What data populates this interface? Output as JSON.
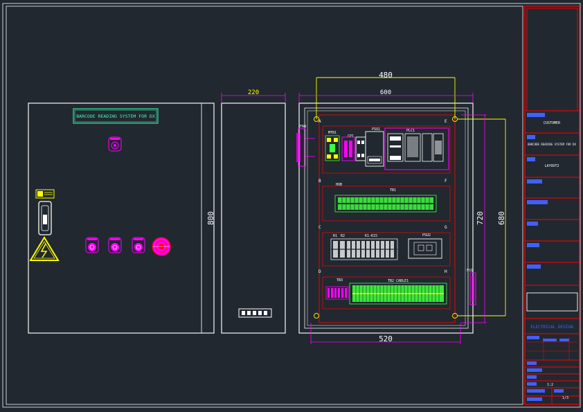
{
  "front_view": {
    "nameplate": "BARCODE READING SYSTEM FOR DX"
  },
  "side_view": {
    "width_dim": "220",
    "height_dim": "800"
  },
  "panel_view": {
    "top_dim": "480",
    "width_dim": "600",
    "bottom_dim": "520",
    "height_dim_inner": "720",
    "height_dim_outer": "680",
    "fan_label": "FAN",
    "fan2_label": "FS1",
    "grid_letters_left": [
      "A",
      "B",
      "C",
      "D"
    ],
    "grid_letters_right": [
      "E",
      "F",
      "G",
      "H"
    ],
    "row1_labels": [
      "MTB1",
      "CP1",
      "PSU1",
      "PLC1"
    ],
    "row2_labels": [
      "HUB",
      "TB1"
    ],
    "row3_labels": [
      "R1",
      "R2",
      "K1-K15",
      "PSU2"
    ],
    "row4_labels": [
      "TB3",
      "TB2 CABLE1"
    ]
  },
  "title_block": {
    "customer_value": "CUSTOMER",
    "project_value": "BARCODE READING SYSTEM FOR DX",
    "layout_value": "LAYOUT2",
    "company": "ELECTRICAL DESIGN",
    "scale_value": "1:2",
    "sheet_value": "1/3"
  },
  "colors": {
    "background": "#212830",
    "frame": "#d6d6d6",
    "dimension": "#ff00ff",
    "dim_text": "#ffff00",
    "title_block": "#ff0000",
    "rail": "#ff0000",
    "terminal": "#3cff3c",
    "nameplate": "#3cffb0"
  }
}
